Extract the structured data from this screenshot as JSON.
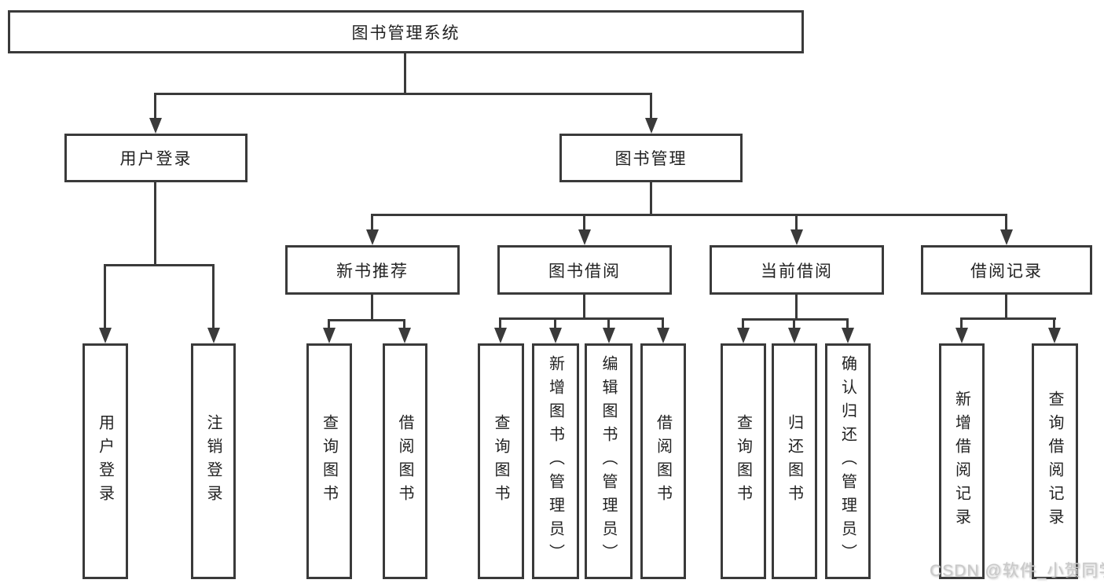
{
  "diagram": {
    "title": "图书管理系统",
    "tree": {
      "label": "图书管理系统",
      "children": [
        {
          "label": "用户登录",
          "children": [
            {
              "label": "用户登录"
            },
            {
              "label": "注销登录"
            }
          ]
        },
        {
          "label": "图书管理",
          "children": [
            {
              "label": "新书推荐",
              "children": [
                {
                  "label": "查询图书"
                },
                {
                  "label": "借阅图书"
                }
              ]
            },
            {
              "label": "图书借阅",
              "children": [
                {
                  "label": "查询图书"
                },
                {
                  "label": "新增图书（管理员）"
                },
                {
                  "label": "编辑图书（管理员）"
                },
                {
                  "label": "借阅图书"
                }
              ]
            },
            {
              "label": "当前借阅",
              "children": [
                {
                  "label": "查询图书"
                },
                {
                  "label": "归还图书"
                },
                {
                  "label": "确认归还（管理员）"
                }
              ]
            },
            {
              "label": "借阅记录",
              "children": [
                {
                  "label": "新增借阅记录"
                },
                {
                  "label": "查询借阅记录"
                }
              ]
            }
          ]
        }
      ]
    }
  },
  "watermark": {
    "text": "CSDN @软件_小贺同学"
  },
  "colors": {
    "line": "#3a3a3a",
    "text": "#222222",
    "background": "#ffffff",
    "watermark": "#c9c9c9"
  }
}
